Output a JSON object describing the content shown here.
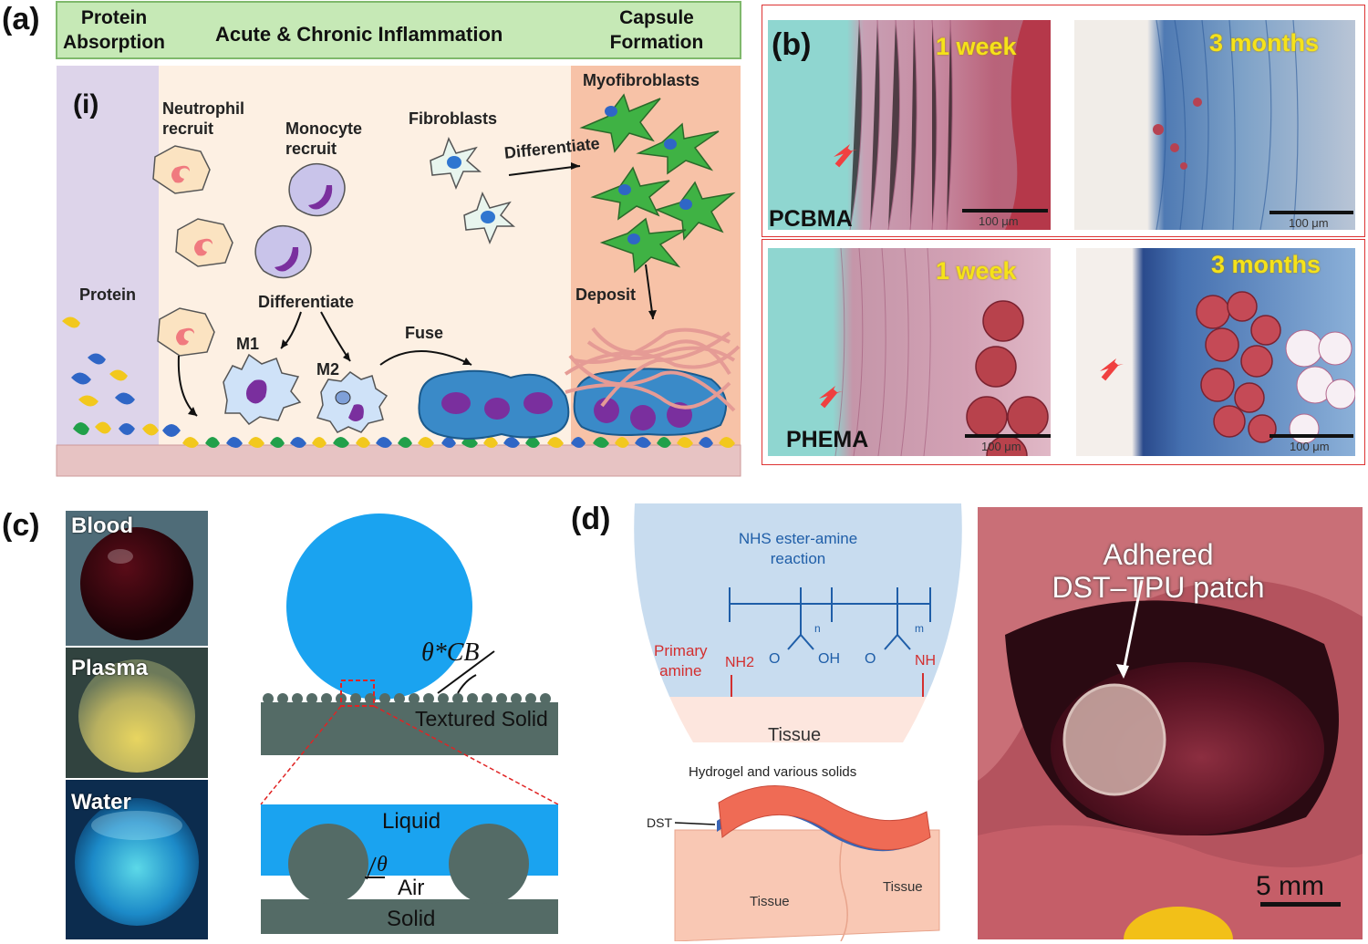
{
  "panel_a": {
    "label": "(a)",
    "header": {
      "left": [
        "Protein",
        "Absorption"
      ],
      "middle": "Acute & Chronic Inflammation",
      "right": [
        "Capsule",
        "Formation"
      ]
    },
    "sublabel": "(i)",
    "texts": {
      "neutrophil": [
        "Neutrophil",
        "recruit"
      ],
      "monocyte": [
        "Monocyte",
        "recruit"
      ],
      "fibroblasts": "Fibroblasts",
      "differentiate_top": "Differentiate",
      "myofibroblasts": "Myofibroblasts",
      "protein": "Protein",
      "differentiate_mid": "Differentiate",
      "m1": "M1",
      "m2": "M2",
      "fuse": "Fuse",
      "deposit": "Deposit"
    }
  },
  "panel_b": {
    "label": "(b)",
    "images": [
      {
        "time": "1 week",
        "sample": "PCBMA",
        "scale": "100 μm"
      },
      {
        "time": "3 months",
        "sample": "",
        "scale": "100 μm"
      },
      {
        "time": "1 week",
        "sample": "PHEMA",
        "scale": "100 μm"
      },
      {
        "time": "3 months",
        "sample": "",
        "scale": "100 μm"
      }
    ]
  },
  "panel_c": {
    "label": "(c)",
    "photos": [
      "Blood",
      "Plasma",
      "Water"
    ],
    "diagram": {
      "angle": "θ*CB",
      "textured_solid": "Textured Solid",
      "liquid": "Liquid",
      "theta": "θ",
      "air": "Air",
      "solid": "Solid"
    }
  },
  "panel_d": {
    "label": "(d)",
    "reaction_title": [
      "NHS ester-amine",
      "reaction"
    ],
    "primary_amine": [
      "Primary",
      "amine"
    ],
    "nh2": "NH2",
    "groups": [
      "O",
      "OH",
      "O",
      "NH"
    ],
    "subscripts": [
      "n",
      "m"
    ],
    "tissue": "Tissue",
    "hydrogel_title": "Hydrogel and various solids",
    "dst": "DST",
    "tissue_left": "Tissue",
    "tissue_right": "Tissue",
    "photo_caption": [
      "Adhered",
      "DST–TPU patch"
    ],
    "photo_scale": "5 mm"
  }
}
